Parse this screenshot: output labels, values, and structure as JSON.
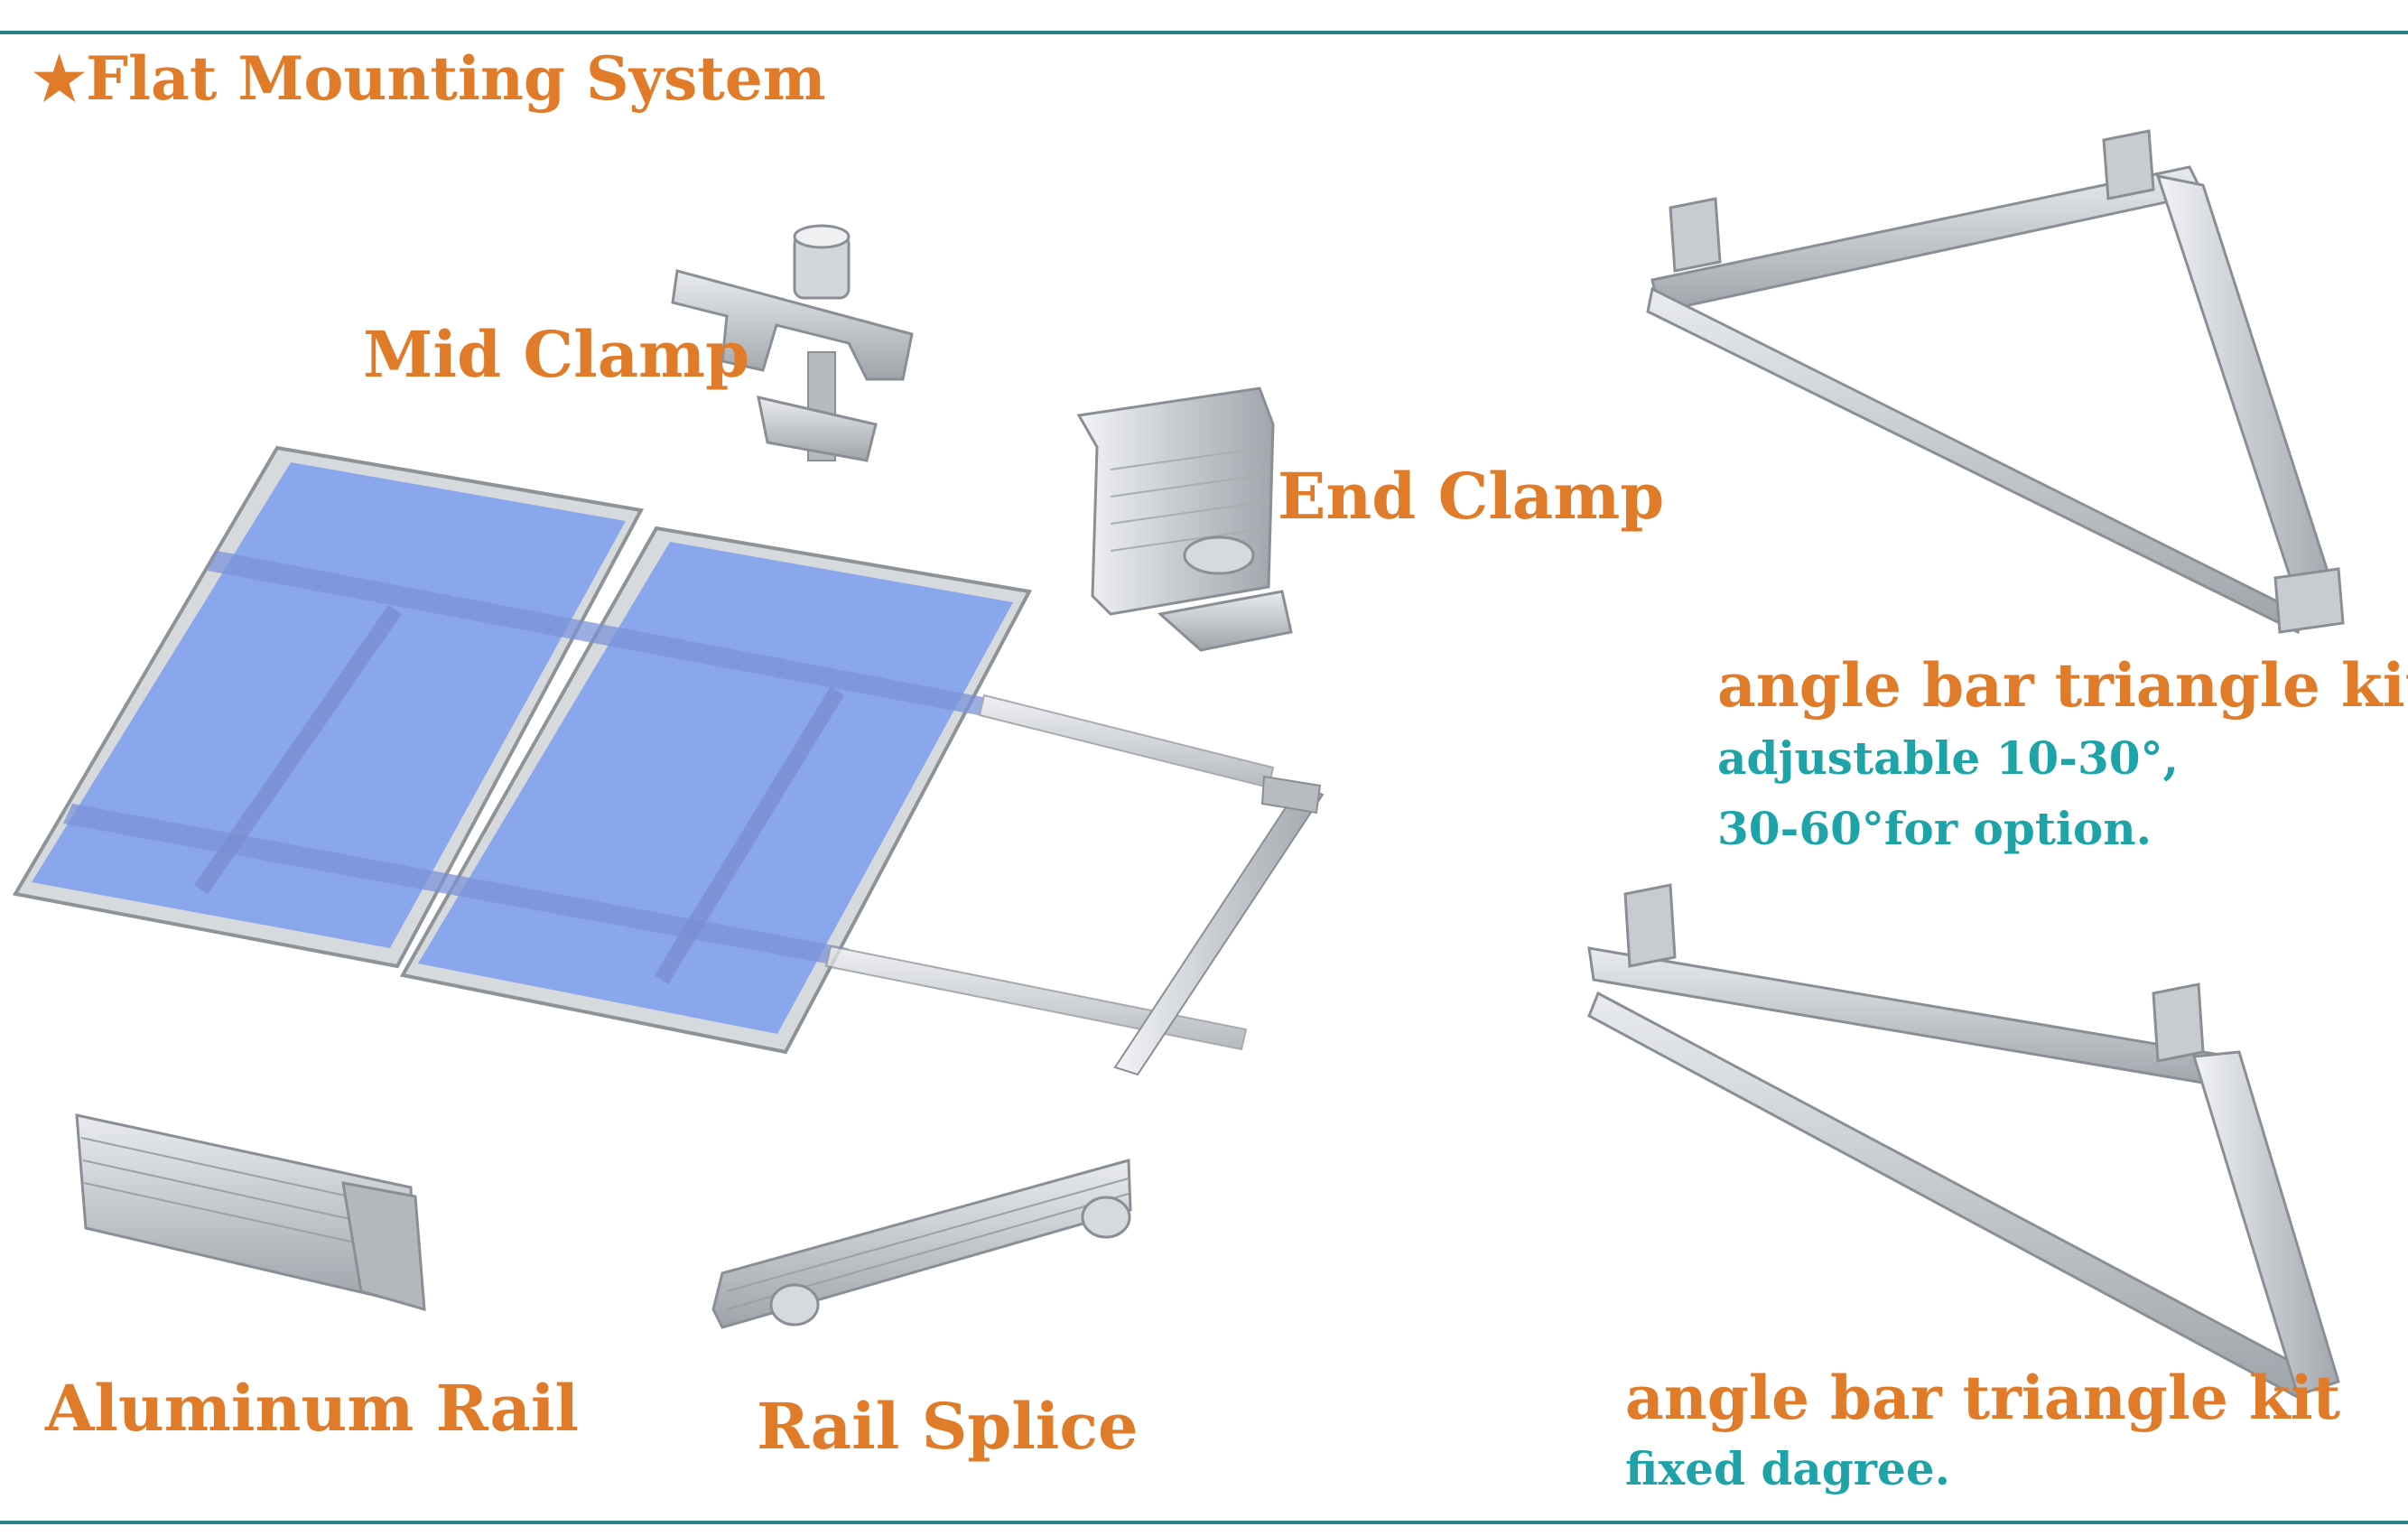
{
  "header": {
    "star": "★",
    "title": "Flat Mounting System"
  },
  "labels": {
    "mid_clamp": "Mid Clamp",
    "end_clamp": "End Clamp",
    "aluminum_rail": "Aluminum Rail",
    "rail_splice": "Rail Splice"
  },
  "kit_adjustable": {
    "title": "angle bar triangle kit",
    "line1": "adjustable 10-30°,",
    "line2": "30-60°for option."
  },
  "kit_fixed": {
    "title": "angle bar triangle kit",
    "line1": "fixed dagree."
  },
  "colors": {
    "accent_orange": "#e07b2a",
    "accent_teal": "#1ea3a8",
    "rule": "#2c8088",
    "panel_blue": "#8aa6ec",
    "aluminum": "#c9ccd0"
  }
}
